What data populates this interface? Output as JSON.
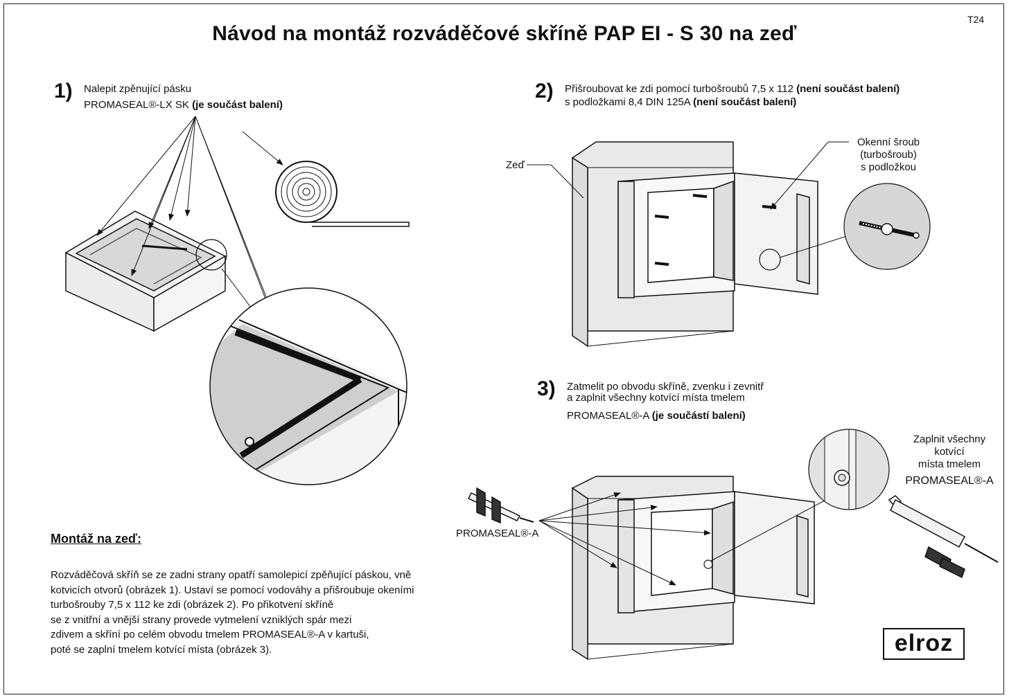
{
  "doc_code": "T24",
  "title": "Návod na montáž rozváděčové skříně PAP  EI - S 30  na zeď",
  "step1": {
    "number": "1)",
    "line1": "Nalepit zpěnující pásku",
    "line2_plain": "PROMASEAL®-LX SK ",
    "line2_bold": "(je součást balení)"
  },
  "step2": {
    "number": "2)",
    "line1_plain": "Přišroubovat ke zdi pomocí turbošroubů 7,5 x 112 ",
    "line1_bold": "(není součást balení)",
    "line2_plain": "s podložkami 8,4 DIN 125A ",
    "line2_bold": "(není součást balení)",
    "label_wall": "Zeď",
    "label_screw_1": "Okenní šroub",
    "label_screw_2": "(turbošroub)",
    "label_screw_3": "s podložkou"
  },
  "step3": {
    "number": "3)",
    "line1": "Zatmelit po obvodu skříně, zvenku i zevnitř",
    "line2": "a zaplnit všechny kotvící místa tmelem",
    "line3_plain": "PROMASEAL®-A ",
    "line3_bold": "(je součástí balení)",
    "label_gun": "PROMASEAL®-A",
    "fill_1": "Zaplnit všechny",
    "fill_2": "kotvící",
    "fill_3": "místa tmelem",
    "fill_4": "PROMASEAL®-A"
  },
  "mount": {
    "heading": "Montáž na zeď:",
    "lines": [
      "Rozváděčová skříň se ze zadni strany opatří samolepicí zpěňující páskou, vně",
      "kotvicích otvorů (obrázek 1). Ustaví se pomocí vodováhy a přišroubuje okeními",
      "turbošrouby 7,5 x 112 ke zdi (obrázek 2). Po přikotvení skříně",
      "se z vnitřní a vnější strany provede vytmelení vzniklých spár mezi",
      "zdivem a skříní po celém obvodu tmelem PROMASEAL®-A v kartuši,",
      "poté se zaplní tmelem kotvící místa (obrázek 3)."
    ]
  },
  "logo_text": "elroz"
}
